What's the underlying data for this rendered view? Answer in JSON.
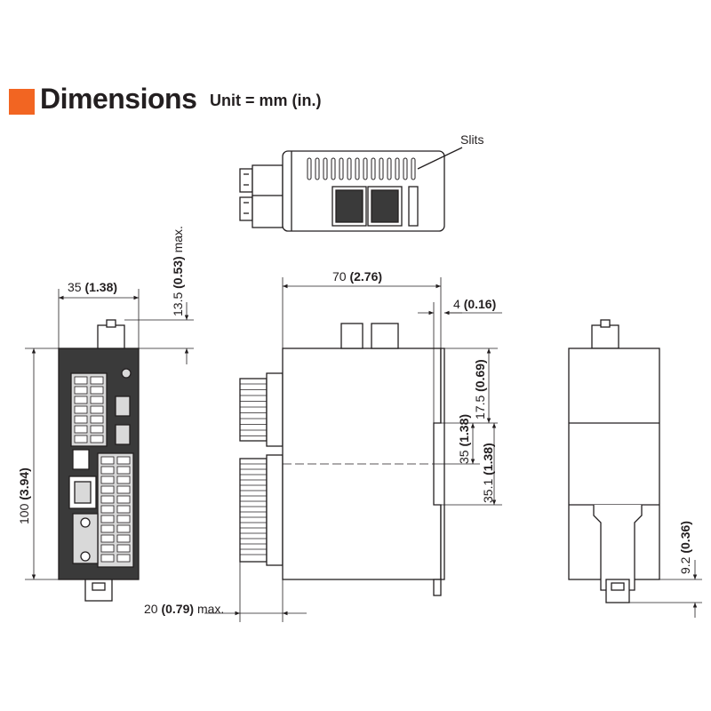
{
  "title": {
    "text": "Dimensions",
    "unit": "Unit = mm (in.)",
    "accent_color": "#f26522"
  },
  "labels": {
    "slits": "Slits"
  },
  "dims": {
    "width_35": {
      "mm": "35",
      "in": "(1.38)"
    },
    "height_13_5": {
      "mm": "13.5",
      "in": "(0.53)",
      "suffix": "max."
    },
    "height_100": {
      "mm": "100",
      "in": "(3.94)"
    },
    "width_70": {
      "mm": "70",
      "in": "(2.76)"
    },
    "width_4": {
      "mm": "4",
      "in": "(0.16)"
    },
    "height_17_5": {
      "mm": "17.5",
      "in": "(0.69)"
    },
    "height_35": {
      "mm": "35",
      "in": "(1.38)"
    },
    "height_35_1": {
      "mm": "35.1",
      "in": "(1.38)"
    },
    "width_20": {
      "mm": "20",
      "in": "(0.79)",
      "suffix": "max."
    },
    "height_9_2": {
      "mm": "9.2",
      "in": "(0.36)"
    }
  },
  "colors": {
    "line": "#231f20",
    "body_fill": "#ffffff",
    "dark_panel": "#3a3a3a",
    "connector_fill": "#d9d9d9",
    "dim_line": "#231f20"
  }
}
